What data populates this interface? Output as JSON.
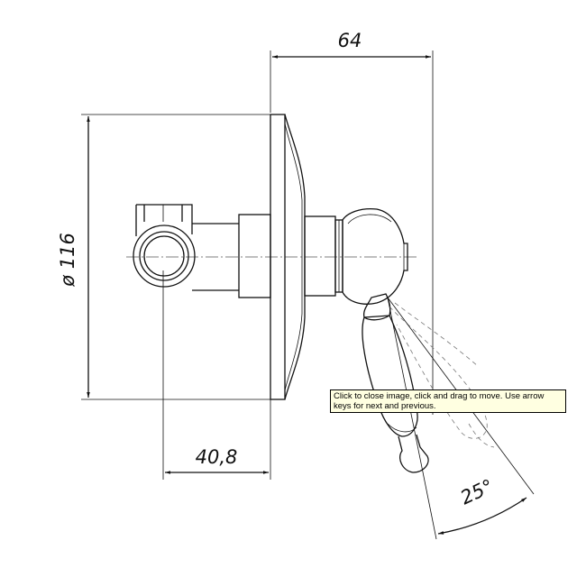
{
  "dimensions": {
    "width_label": "64",
    "diameter_label": "ø 116",
    "offset_label": "40,8",
    "angle_label": "25°"
  },
  "tooltip": {
    "text": "Click to close image, click and drag to move. Use arrow keys for next and previous."
  }
}
